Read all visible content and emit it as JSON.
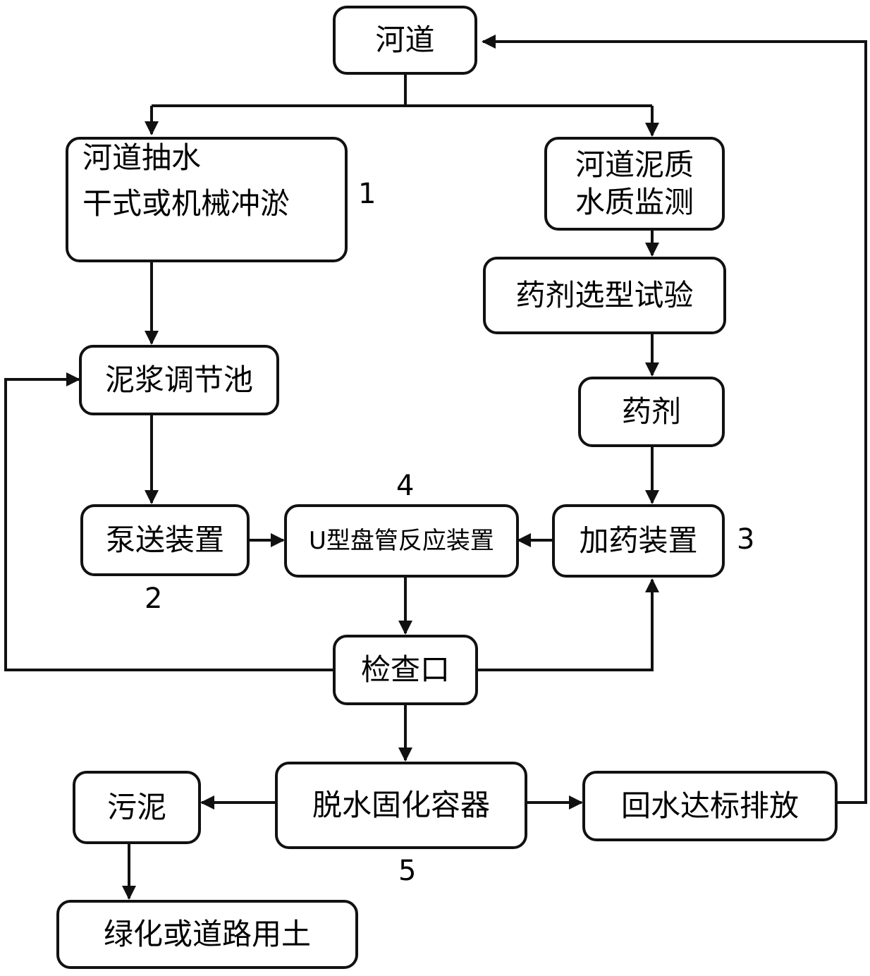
{
  "nodes": {
    "river": "河道",
    "pump_water_line1": "河道抽水",
    "pump_water_line2": "干式或机械冲淤",
    "monitor_line1": "河道泥质",
    "monitor_line2": "水质监测",
    "agent_test": "药剂选型试验",
    "agent": "药剂",
    "slurry_tank": "泥浆调节池",
    "pump_device": "泵送装置",
    "u_coil": "U型盘管反应装置",
    "dosing_device": "加药装置",
    "inspection_port": "检查口",
    "dewater_container": "脱水固化容器",
    "sludge": "污泥",
    "return_water": "回水达标排放",
    "green_soil": "绿化或道路用土"
  },
  "numbers": {
    "n1": "1",
    "n2": "2",
    "n3": "3",
    "n4": "4",
    "n5": "5"
  },
  "colors": {
    "line": "#111111",
    "background": "#ffffff"
  }
}
